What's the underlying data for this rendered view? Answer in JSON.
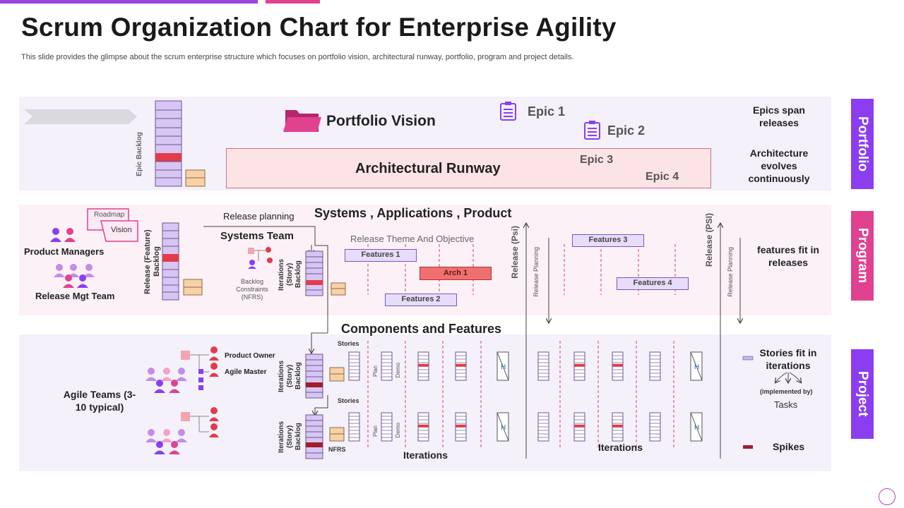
{
  "title": "Scrum Organization Chart for Enterprise Agility",
  "subtitle": "This slide provides the glimpse about the scrum enterprise structure which focuses on portfolio vision, architectural runway, portfolio, program and project details.",
  "colors": {
    "purple": "#8a3ef0",
    "pink": "#e0428f",
    "lilac": "#c9b4ee",
    "red": "#e23b4a"
  },
  "side_labels": {
    "portfolio": "Portfolio",
    "program": "Program",
    "project": "Project"
  },
  "portfolio": {
    "epic_backlog": "Epic Backlog",
    "vision": "Portfolio Vision",
    "runway": "Architectural Runway",
    "epic1": "Epic 1",
    "epic2": "Epic 2",
    "epic3": "Epic 3",
    "epic4": "Epic 4",
    "note1": "Epics span releases",
    "note2": "Architecture evolves continuously"
  },
  "program": {
    "roadmap": "Roadmap",
    "vision": "Vision",
    "product_managers": "Product Managers",
    "release_mgt": "Release Mgt Team",
    "release_feature_backlog": "Release (Feature) Backlog",
    "release_planning_top": "Release planning",
    "systems_apps": "Systems , Applications , Product",
    "systems_team": "Systems Team",
    "iter_backlog": "Iterations (Story) Backlog",
    "backlog_constraints": "Backlog Constraints (NFRS)",
    "release_theme": "Release Theme And Objective",
    "features1": "Features 1",
    "features2": "Features 2",
    "features3": "Features 3",
    "features4": "Features 4",
    "arch1": "Arch 1",
    "release_psi": "Release (Psi)",
    "release_planning": "Release Planning",
    "release_psi2": "Release (PSI)",
    "release_planning2": "Release Planning",
    "note": "features fit in releases"
  },
  "project": {
    "components": "Components and Features",
    "product_owner": "Product Owner",
    "agile_master": "Agile Master",
    "agile_teams": "Agile Teams (3-10 typical)",
    "iter_backlog1": "Iterations (Story) Backlog",
    "iter_backlog2": "Iterations (Story) Backlog",
    "stories1": "Stories",
    "stories2": "Stories",
    "nfrs": "NFRS",
    "plan": "Plan",
    "demo": "Demo",
    "iterations1": "Iterations",
    "iterations2": "Iterations",
    "stories_fit": "Stories fit in iterations",
    "implemented_by": "(implemented by)",
    "tasks": "Tasks",
    "spikes": "Spikes",
    "h": "H"
  }
}
